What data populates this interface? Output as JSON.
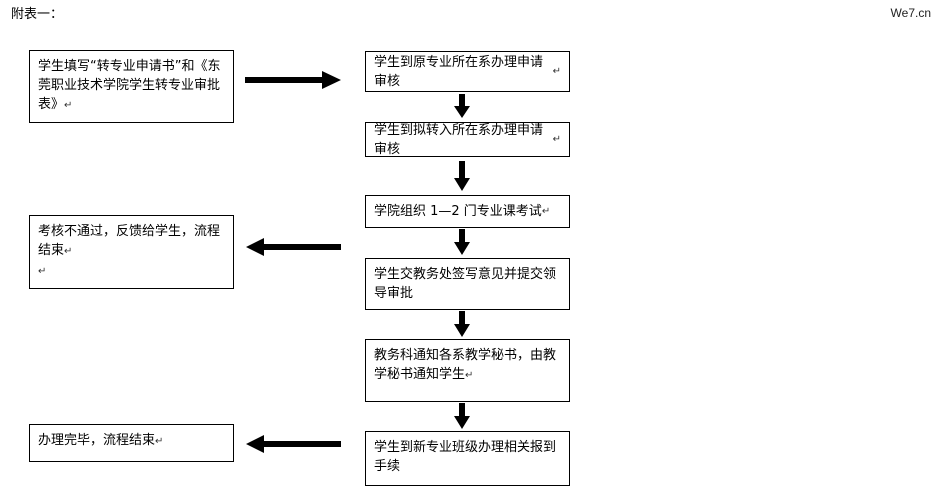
{
  "header": {
    "title": "附表一："
  },
  "watermark": {
    "text": "We7.cn"
  },
  "mark": "↵",
  "boxes": {
    "apply_form": "学生填写“转专业申请书”和《东莞职业技术学院学生转专业审批表》",
    "orig_dept": "学生到原专业所在系办理申请审核",
    "new_dept": "学生到拟转入所在系办理申请审核",
    "exam": "学院组织 1—2 门专业课考试",
    "fail": "考核不通过，反馈给学生，流程结束",
    "academic_affairs": "学生交教务处签写意见并提交领导审批",
    "notify": "教务科通知各系教学秘书，由教学秘书通知学生",
    "done": "办理完毕，流程结束",
    "new_class": "学生到新专业班级办理相关报到手续"
  }
}
